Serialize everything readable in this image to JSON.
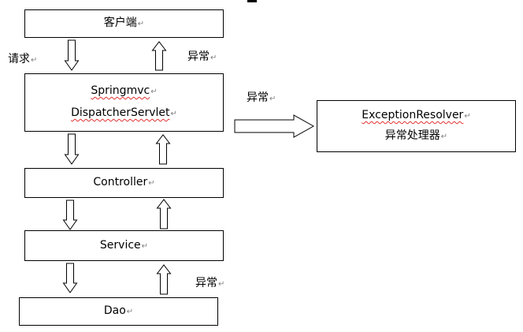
{
  "boxes": {
    "client": "客户端",
    "dispatcher_line1": "Springmvc",
    "dispatcher_line2": "DispatcherServlet",
    "controller": "Controller",
    "service": "Service",
    "dao": "Dao",
    "resolver_line1": "ExceptionResolver",
    "resolver_line2": "异常处理器"
  },
  "labels": {
    "request": "请求",
    "exception_client": "异常",
    "exception_resolver": "异常",
    "exception_dao": "异常"
  },
  "paragraph_mark": "↵"
}
